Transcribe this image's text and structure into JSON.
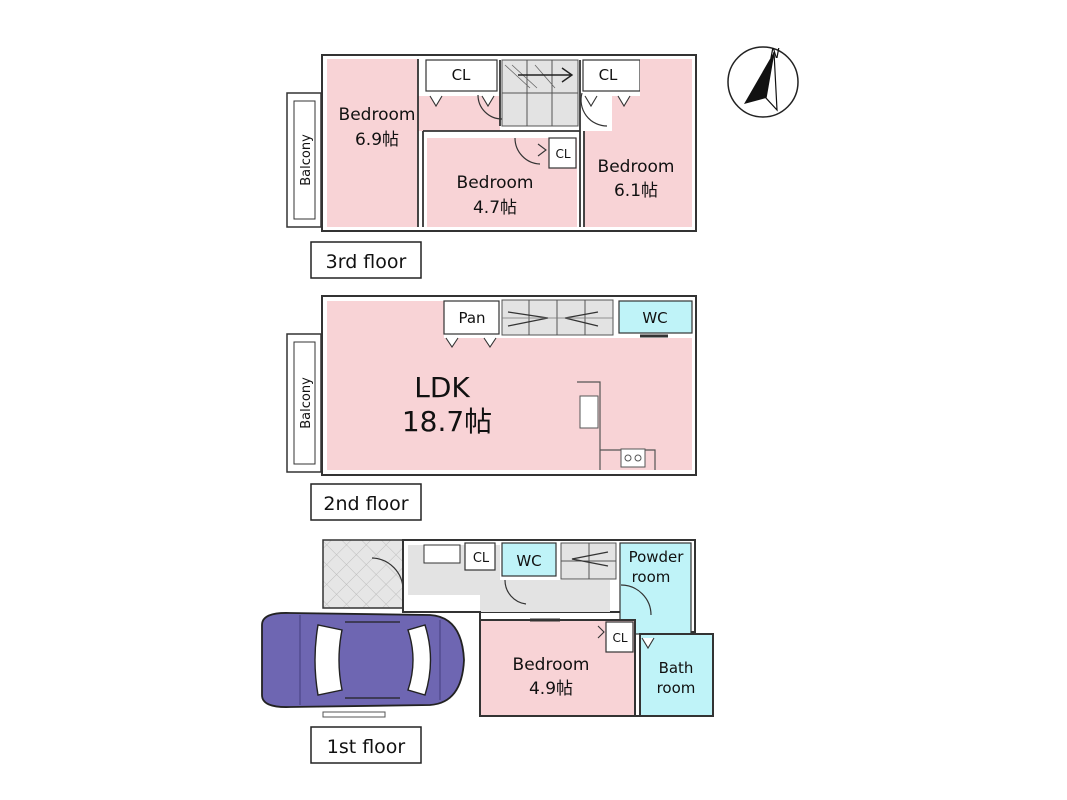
{
  "compass": {
    "north_label": "N"
  },
  "floors": {
    "third": {
      "title": "3rd floor",
      "balcony": "Balcony",
      "bedroom_a": {
        "name": "Bedroom",
        "size": "6.9帖"
      },
      "bedroom_b": {
        "name": "Bedroom",
        "size": "4.7帖"
      },
      "bedroom_c": {
        "name": "Bedroom",
        "size": "6.1帖"
      },
      "closet_left": "CL",
      "closet_right": "CL",
      "closet_small": "CL"
    },
    "second": {
      "title": "2nd floor",
      "balcony": "Balcony",
      "ldk": {
        "name": "LDK",
        "size": "18.7帖"
      },
      "pantry": "Pan",
      "wc": "WC"
    },
    "first": {
      "title": "1st floor",
      "closet_hall": "CL",
      "wc": "WC",
      "powder_line1": "Powder",
      "powder_line2": "room",
      "bedroom": {
        "name": "Bedroom",
        "size": "4.9帖"
      },
      "closet_bed": "CL",
      "bath_line1": "Bath",
      "bath_line2": "room"
    }
  },
  "colors": {
    "pink": "#f8d3d6",
    "cyan": "#bff3f8",
    "gray": "#e3e3e3",
    "wall": "#333333",
    "car": "#6e66b2"
  }
}
